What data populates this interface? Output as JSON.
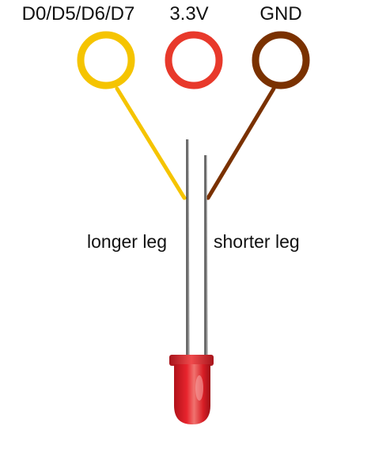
{
  "pins": [
    {
      "label": "D0/D5/D6/D7",
      "color": "#F5C400"
    },
    {
      "label": "3.3V",
      "color": "#E8392B"
    },
    {
      "label": "GND",
      "color": "#7A3100"
    }
  ],
  "legs": {
    "longer_label": "longer leg",
    "shorter_label": "shorter leg"
  },
  "led": {
    "color": "#E0202A",
    "icon": "led-icon"
  }
}
